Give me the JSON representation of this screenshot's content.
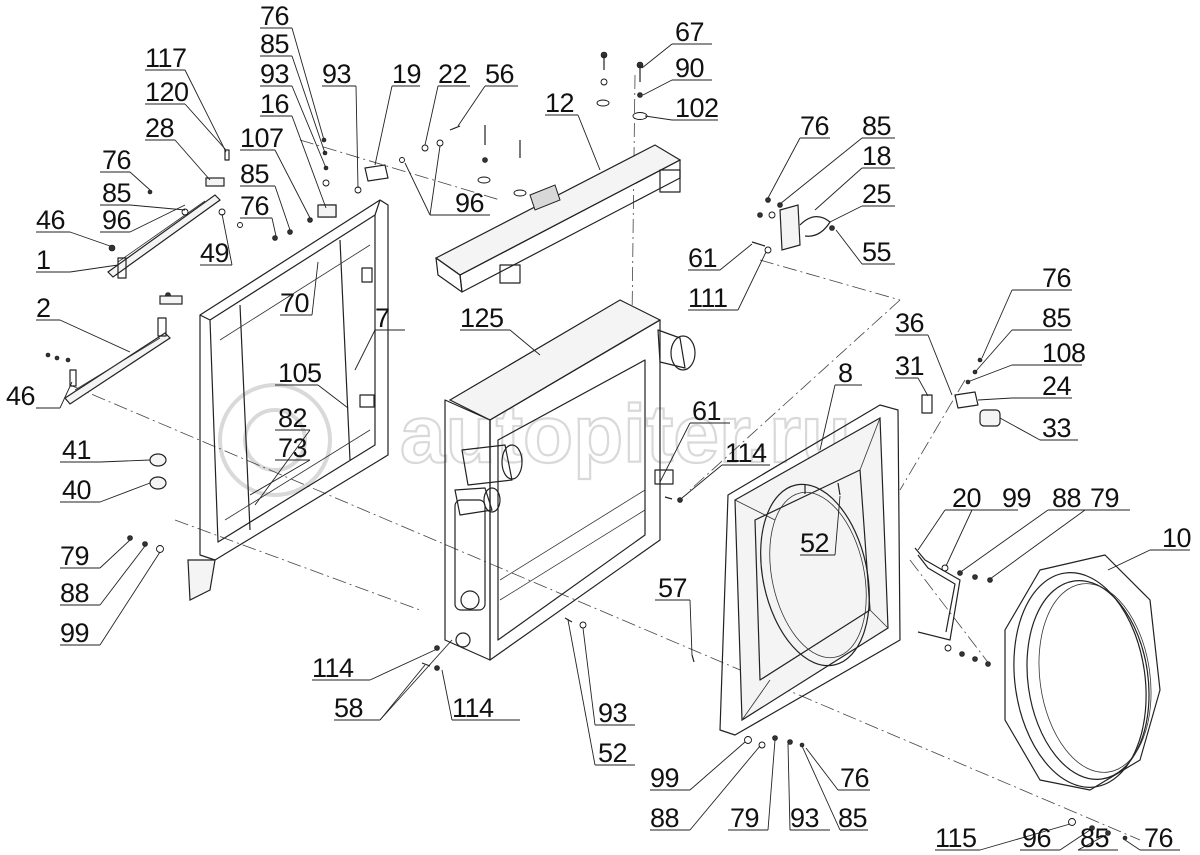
{
  "watermark": "autopiter.ru",
  "callouts": [
    {
      "id": "c76a",
      "text": "76"
    },
    {
      "id": "c85a",
      "text": "85"
    },
    {
      "id": "c93a",
      "text": "93"
    },
    {
      "id": "c16",
      "text": "16"
    },
    {
      "id": "c93b",
      "text": "93"
    },
    {
      "id": "c19",
      "text": "19"
    },
    {
      "id": "c22",
      "text": "22"
    },
    {
      "id": "c56",
      "text": "56"
    },
    {
      "id": "c67",
      "text": "67"
    },
    {
      "id": "c90",
      "text": "90"
    },
    {
      "id": "c102",
      "text": "102"
    },
    {
      "id": "c12",
      "text": "12"
    },
    {
      "id": "c117",
      "text": "117"
    },
    {
      "id": "c120",
      "text": "120"
    },
    {
      "id": "c28",
      "text": "28"
    },
    {
      "id": "c107",
      "text": "107"
    },
    {
      "id": "c85b",
      "text": "85"
    },
    {
      "id": "c76b",
      "text": "76"
    },
    {
      "id": "c85c",
      "text": "85"
    },
    {
      "id": "c96a",
      "text": "96"
    },
    {
      "id": "c46a",
      "text": "46"
    },
    {
      "id": "c1",
      "text": "1"
    },
    {
      "id": "c49",
      "text": "49"
    },
    {
      "id": "c76c",
      "text": "76"
    },
    {
      "id": "c96b",
      "text": "96"
    },
    {
      "id": "c76d",
      "text": "76"
    },
    {
      "id": "c85d",
      "text": "85"
    },
    {
      "id": "c18",
      "text": "18"
    },
    {
      "id": "c25",
      "text": "25"
    },
    {
      "id": "c55",
      "text": "55"
    },
    {
      "id": "c61a",
      "text": "61"
    },
    {
      "id": "c111",
      "text": "111"
    },
    {
      "id": "c70",
      "text": "70"
    },
    {
      "id": "c2",
      "text": "2"
    },
    {
      "id": "c7",
      "text": "7"
    },
    {
      "id": "c125",
      "text": "125"
    },
    {
      "id": "c46b",
      "text": "46"
    },
    {
      "id": "c105",
      "text": "105"
    },
    {
      "id": "c82",
      "text": "82"
    },
    {
      "id": "c73",
      "text": "73"
    },
    {
      "id": "c41",
      "text": "41"
    },
    {
      "id": "c40",
      "text": "40"
    },
    {
      "id": "c36",
      "text": "36"
    },
    {
      "id": "c31",
      "text": "31"
    },
    {
      "id": "c8",
      "text": "8"
    },
    {
      "id": "c76e",
      "text": "76"
    },
    {
      "id": "c85e",
      "text": "85"
    },
    {
      "id": "c108",
      "text": "108"
    },
    {
      "id": "c24",
      "text": "24"
    },
    {
      "id": "c33",
      "text": "33"
    },
    {
      "id": "c61b",
      "text": "61"
    },
    {
      "id": "c114a",
      "text": "114"
    },
    {
      "id": "c52a",
      "text": "52"
    },
    {
      "id": "c20",
      "text": "20"
    },
    {
      "id": "c99a",
      "text": "99"
    },
    {
      "id": "c88a",
      "text": "88"
    },
    {
      "id": "c79a",
      "text": "79"
    },
    {
      "id": "c10",
      "text": "10"
    },
    {
      "id": "c79b",
      "text": "79"
    },
    {
      "id": "c88b",
      "text": "88"
    },
    {
      "id": "c99b",
      "text": "99"
    },
    {
      "id": "c57",
      "text": "57"
    },
    {
      "id": "c114b",
      "text": "114"
    },
    {
      "id": "c58",
      "text": "58"
    },
    {
      "id": "c114c",
      "text": "114"
    },
    {
      "id": "c93c",
      "text": "93"
    },
    {
      "id": "c52b",
      "text": "52"
    },
    {
      "id": "c99c",
      "text": "99"
    },
    {
      "id": "c88c",
      "text": "88"
    },
    {
      "id": "c79c",
      "text": "79"
    },
    {
      "id": "c93d",
      "text": "93"
    },
    {
      "id": "c85f",
      "text": "85"
    },
    {
      "id": "c76f",
      "text": "76"
    },
    {
      "id": "c115",
      "text": "115"
    },
    {
      "id": "c96c",
      "text": "96"
    },
    {
      "id": "c85g",
      "text": "85"
    },
    {
      "id": "c76g",
      "text": "76"
    }
  ]
}
